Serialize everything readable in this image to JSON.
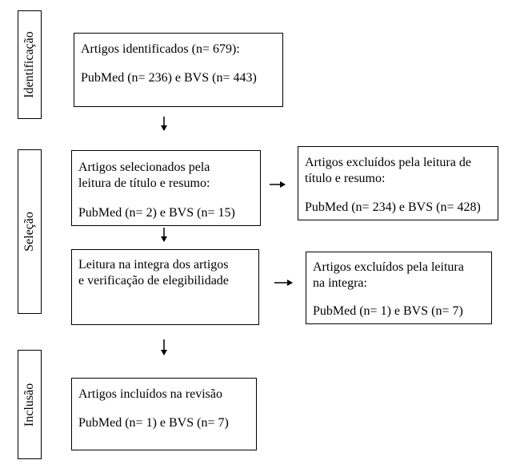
{
  "stages": {
    "identificacao": "Identificação",
    "selecao": "Seleção",
    "inclusao": "Inclusão"
  },
  "boxes": {
    "identified": {
      "title": "Artigos identificados (n= 679):",
      "counts": "PubMed (n= 236) e BVS (n= 443)"
    },
    "screened": {
      "title_line1": "Artigos selecionados pela",
      "title_line2": "leitura de título e resumo:",
      "counts": "PubMed (n= 2) e BVS (n= 15)"
    },
    "excluded_title": {
      "title_line1": "Artigos excluídos pela leitura de",
      "title_line2": "título e resumo:",
      "counts": "PubMed (n= 234) e BVS (n= 428)"
    },
    "fulltext": {
      "title_line1": "Leitura na integra dos artigos",
      "title_line2": "e verificação de elegibilidade"
    },
    "excluded_full": {
      "title_line1": "Artigos excluídos pela leitura",
      "title_line2": "na integra:",
      "counts": "PubMed (n= 1) e BVS (n= 7)"
    },
    "included": {
      "title": "Artigos incluídos na revisão",
      "counts": "PubMed (n= 1) e BVS (n= 7)"
    }
  }
}
